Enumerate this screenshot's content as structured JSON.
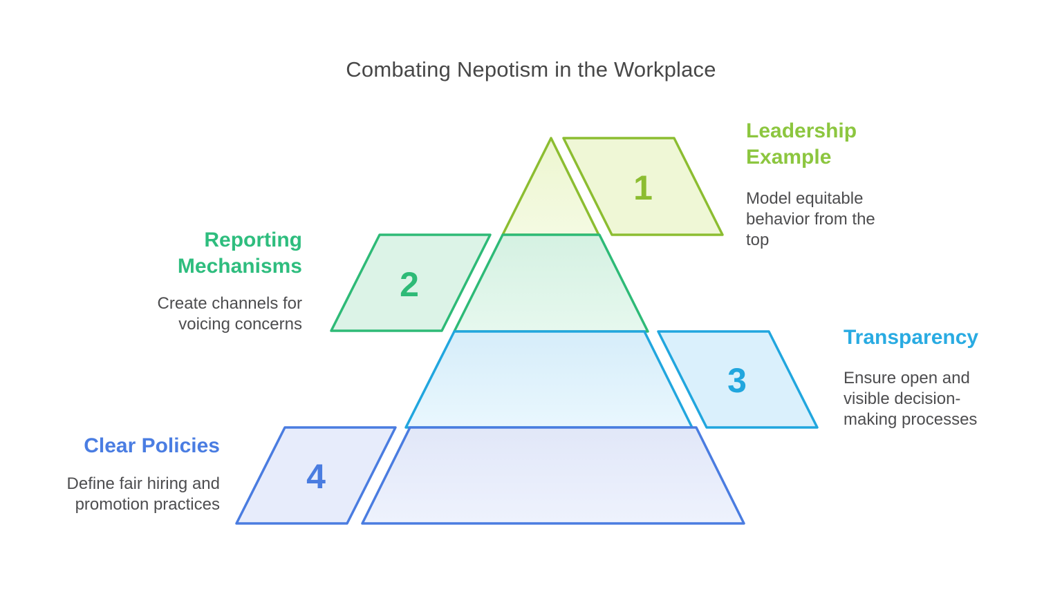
{
  "title": "Combating Nepotism in the Workplace",
  "title_color": "#474747",
  "text_color": "#4d4d4f",
  "background": "#ffffff",
  "diagram": {
    "type": "pyramid",
    "levels_count": 4
  },
  "levels": [
    {
      "number": "1",
      "heading": "Leadership\nExample",
      "description": "Model equitable\nbehavior from the\ntop",
      "side": "right",
      "colors": {
        "accent": "#8cbd31",
        "heading": "#8cc63f",
        "fill_top": "#edf6d0",
        "fill_bottom": "#f4fae2",
        "tab_fill": "#eff7d6"
      }
    },
    {
      "number": "2",
      "heading": "Reporting\nMechanisms",
      "description": "Create channels for\nvoicing concerns",
      "side": "left",
      "colors": {
        "accent": "#2eba77",
        "heading": "#2ebd7e",
        "fill_top": "#d5f1e2",
        "fill_bottom": "#e6f8ee",
        "tab_fill": "#dcf3e7"
      }
    },
    {
      "number": "3",
      "heading": "Transparency",
      "description": "Ensure open and\nvisible decision-\nmaking processes",
      "side": "right",
      "colors": {
        "accent": "#21a6de",
        "heading": "#29abe2",
        "fill_top": "#d6edf9",
        "fill_bottom": "#e9f7fe",
        "tab_fill": "#daf0fc"
      }
    },
    {
      "number": "4",
      "heading": "Clear Policies",
      "description": "Define fair hiring and\npromotion practices",
      "side": "left",
      "colors": {
        "accent": "#4a7ce0",
        "heading": "#4a7de2",
        "fill_top": "#e1e7f8",
        "fill_bottom": "#eef2fd",
        "tab_fill": "#e7ecfb"
      }
    }
  ]
}
